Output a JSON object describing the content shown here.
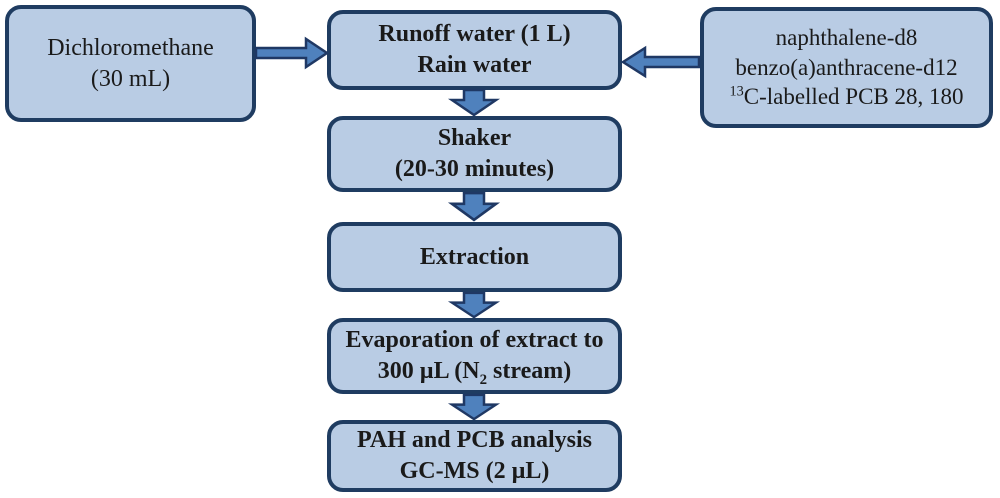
{
  "palette": {
    "page_bg": "#ffffff",
    "box_fill": "#b9cce4",
    "box_border": "#1f3c61",
    "arrow_fill": "#4f81bd",
    "arrow_border": "#1f3864",
    "text_color": "#1a1a1a"
  },
  "icons": {
    "right_arrow": "arrow-right-icon",
    "left_arrow": "arrow-left-icon",
    "down_arrow": "arrow-down-icon"
  },
  "boxes": {
    "dichloromethane": {
      "line1": "Dichloromethane",
      "line2": "(30 mL)"
    },
    "runoff_water": {
      "line1": "Runoff water (1 L)",
      "line2": "Rain water"
    },
    "internal_standards": {
      "line1": "naphthalene-d8",
      "line2": "benzo(a)anthracene-d12",
      "line3_sup": "13",
      "line3_rest": "C-labelled PCB 28, 180"
    },
    "shaker": {
      "line1": "Shaker",
      "line2": "(20-30 minutes)"
    },
    "extraction": {
      "line1": "Extraction"
    },
    "evaporation": {
      "line1": "Evaporation of extract to",
      "line2_pre": "300 µL (N",
      "line2_sub": "2",
      "line2_post": " stream)"
    },
    "analysis": {
      "line1": "PAH and PCB analysis",
      "line2": "GC-MS (2 µL)"
    }
  }
}
